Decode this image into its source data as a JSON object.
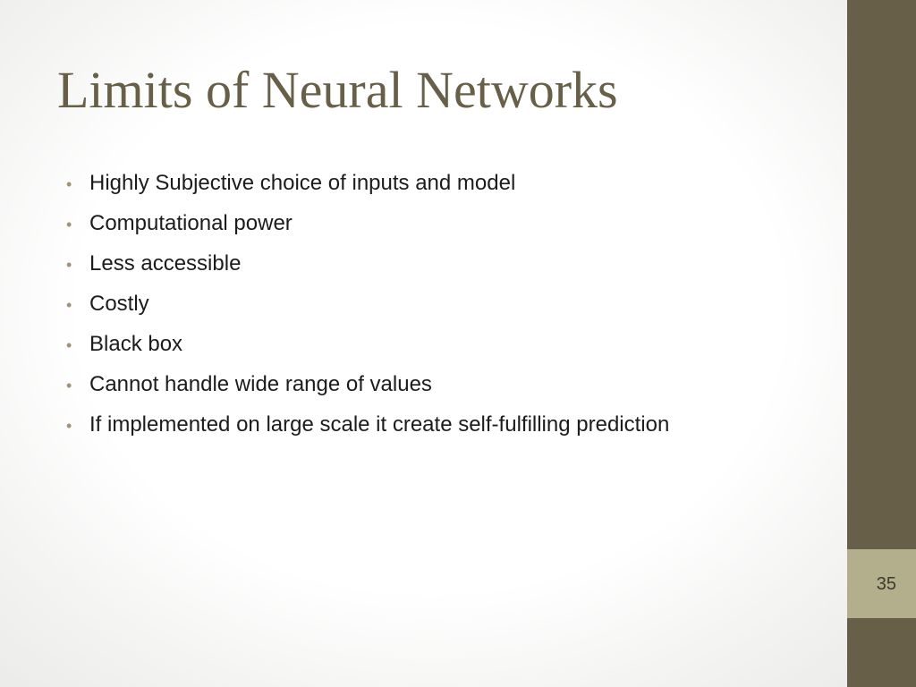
{
  "slide": {
    "title": "Limits of Neural Networks",
    "bullets": [
      "Highly Subjective choice of inputs and model",
      "Computational power",
      "Less accessible",
      "Costly",
      "Black box",
      "Cannot handle wide range of values",
      "If implemented on large scale it create self-fulfilling prediction"
    ],
    "page_number": "35"
  },
  "colors": {
    "title": "#675f48",
    "side_bar": "#675f48",
    "page_number_box": "#b3ae8c",
    "bullet_marker": "#9c9577",
    "text": "#1c1c1c"
  },
  "icons": {
    "bullet": "bullet-dot-icon"
  }
}
